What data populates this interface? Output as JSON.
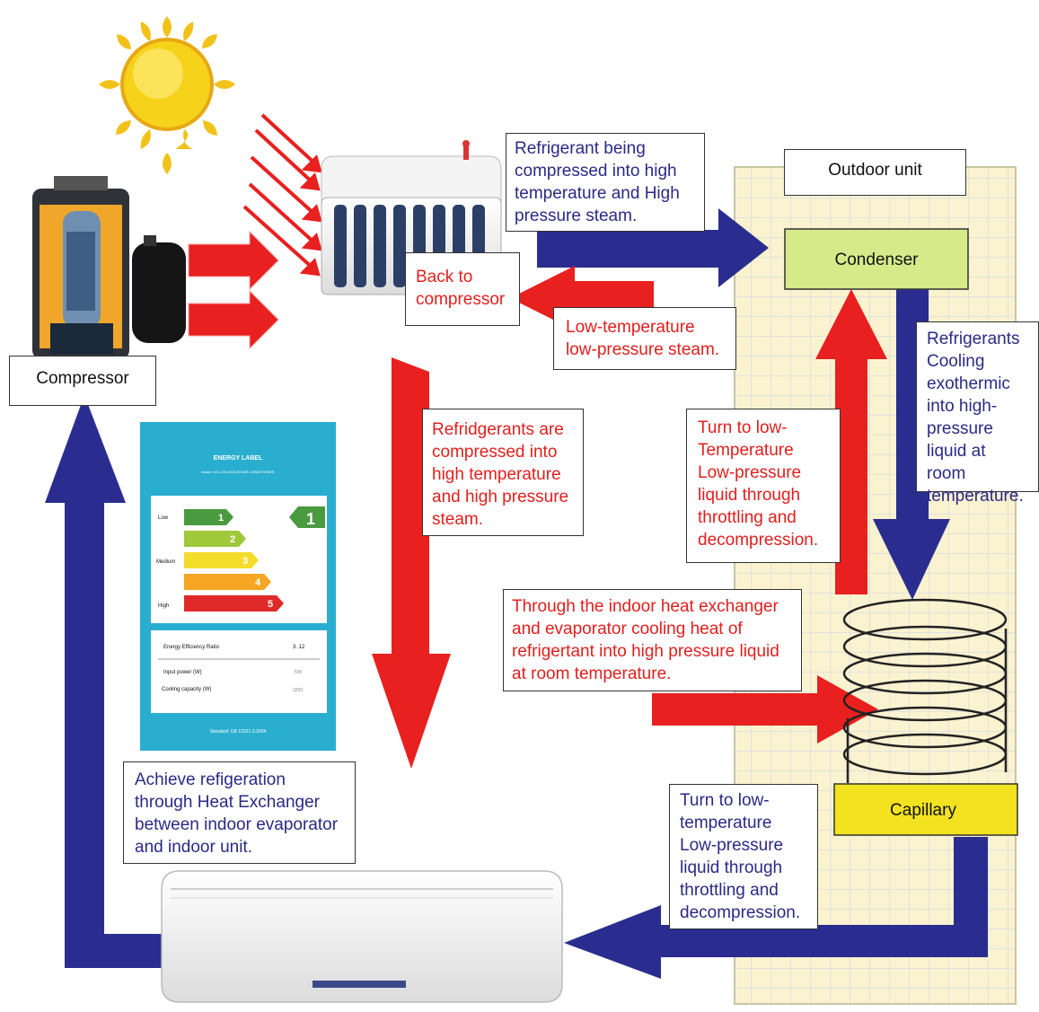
{
  "colors": {
    "blue_arrow": "#2a2d8f",
    "red_arrow": "#e8201f",
    "condenser_fill": "#d6ea8a",
    "capillary_fill": "#f2e21f",
    "energy_label_bg": "#2aaed0",
    "outdoor_panel": "#fbf3cf"
  },
  "icons": [
    "sun-icon",
    "compressor-icon",
    "solar-ac-unit-icon",
    "energy-label-icon",
    "indoor-unit-icon",
    "coil-icon"
  ],
  "labels": {
    "compressor": "Compressor",
    "outdoor_unit": "Outdoor unit",
    "condenser": "Condenser",
    "capillary": "Capillary",
    "refrigerant_compressed": "Refrigerant being\ncompressed into high\ntemperature and High\npressure steam.",
    "back_to_compressor": "Back to\ncompressor",
    "low_temp_steam": "Low-temperature\nlow-pressure steam.",
    "refrigerants_cooling": "Refrigerants\nCooling\nexothermic\ninto high-\npressure\nliquid at room\ntemperature.",
    "refridgerants_compressed": "Refridgerants are\ncompressed into\nhigh temperature\nand high pressure\nsteam.",
    "turn_low_temp_1": "Turn to low-\nTemperature\nLow-pressure\nliquid through\nthrottling and\ndecompression.",
    "indoor_heat_exchanger": "Through the indoor heat exchanger\nand evaporator cooling heat of\nrefrigertant into high pressure liquid\nat room temperature.",
    "achieve_refrigeration": "Achieve refigeration\nthrough Heat Exchanger\nbetween indoor evaporator\nand indoor unit.",
    "turn_low_temp_2": "Turn to low-\ntemperature\nLow-pressure\nliquid through\nthrottling and\ndecompression."
  },
  "energy_label": {
    "title": "ENERGY LABEL",
    "subtitle": "Model: KS-1.5H-ECS-BS AIR CONDITIONER",
    "rating": "1",
    "grade_low": "Low",
    "grade_medium": "Medium",
    "grade_high": "High",
    "grades": [
      "1",
      "2",
      "3",
      "4",
      "5"
    ],
    "row1_label": "Energy Efficiency Ratio",
    "row1_value": "3. 12",
    "row2_label": "Input power (W)",
    "row2_value": "500",
    "row3_label": "Cooling capacity (W)",
    "row3_value": "3200",
    "standard": "Standard: GB 12021.3-2004"
  }
}
